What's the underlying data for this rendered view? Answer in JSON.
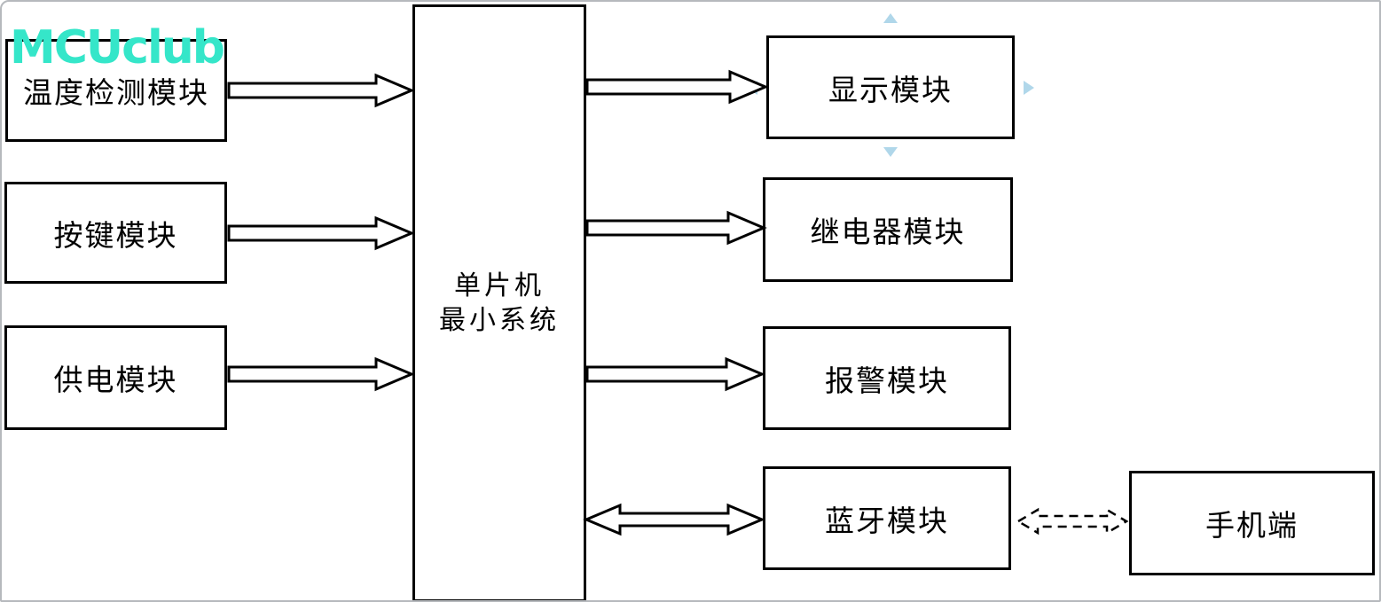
{
  "watermark": {
    "text": "MCUclub",
    "color": "#35e6c9"
  },
  "canvas": {
    "background": "#ffffff",
    "frame_border_color": "#b6b9bd",
    "shape_border_color": "#000000",
    "selection_handle_color": "#b0d7ea"
  },
  "diagram": {
    "type": "block-diagram",
    "boxes": {
      "temp": {
        "label": "温度检测模块"
      },
      "key": {
        "label": "按键模块"
      },
      "power": {
        "label": "供电模块"
      },
      "mcu": {
        "line1": "单片机",
        "line2": "最小系统"
      },
      "display": {
        "label": "显示模块"
      },
      "relay": {
        "label": "继电器模块"
      },
      "alarm": {
        "label": "报警模块"
      },
      "bluetooth": {
        "label": "蓝牙模块"
      },
      "phone": {
        "label": "手机端"
      }
    },
    "connections": [
      {
        "from": "温度检测模块",
        "to": "单片机最小系统",
        "style": "hollow-block-arrow",
        "direction": "one-way"
      },
      {
        "from": "按键模块",
        "to": "单片机最小系统",
        "style": "hollow-block-arrow",
        "direction": "one-way"
      },
      {
        "from": "供电模块",
        "to": "单片机最小系统",
        "style": "hollow-block-arrow",
        "direction": "one-way"
      },
      {
        "from": "单片机最小系统",
        "to": "显示模块",
        "style": "hollow-block-arrow",
        "direction": "one-way"
      },
      {
        "from": "单片机最小系统",
        "to": "继电器模块",
        "style": "hollow-block-arrow",
        "direction": "one-way"
      },
      {
        "from": "单片机最小系统",
        "to": "报警模块",
        "style": "hollow-block-arrow",
        "direction": "one-way"
      },
      {
        "from": "单片机最小系统",
        "to": "蓝牙模块",
        "style": "hollow-block-arrow",
        "direction": "two-way"
      },
      {
        "from": "蓝牙模块",
        "to": "手机端",
        "style": "dashed-hollow-arrow",
        "direction": "two-way"
      }
    ],
    "selected_shape": "显示模块"
  }
}
